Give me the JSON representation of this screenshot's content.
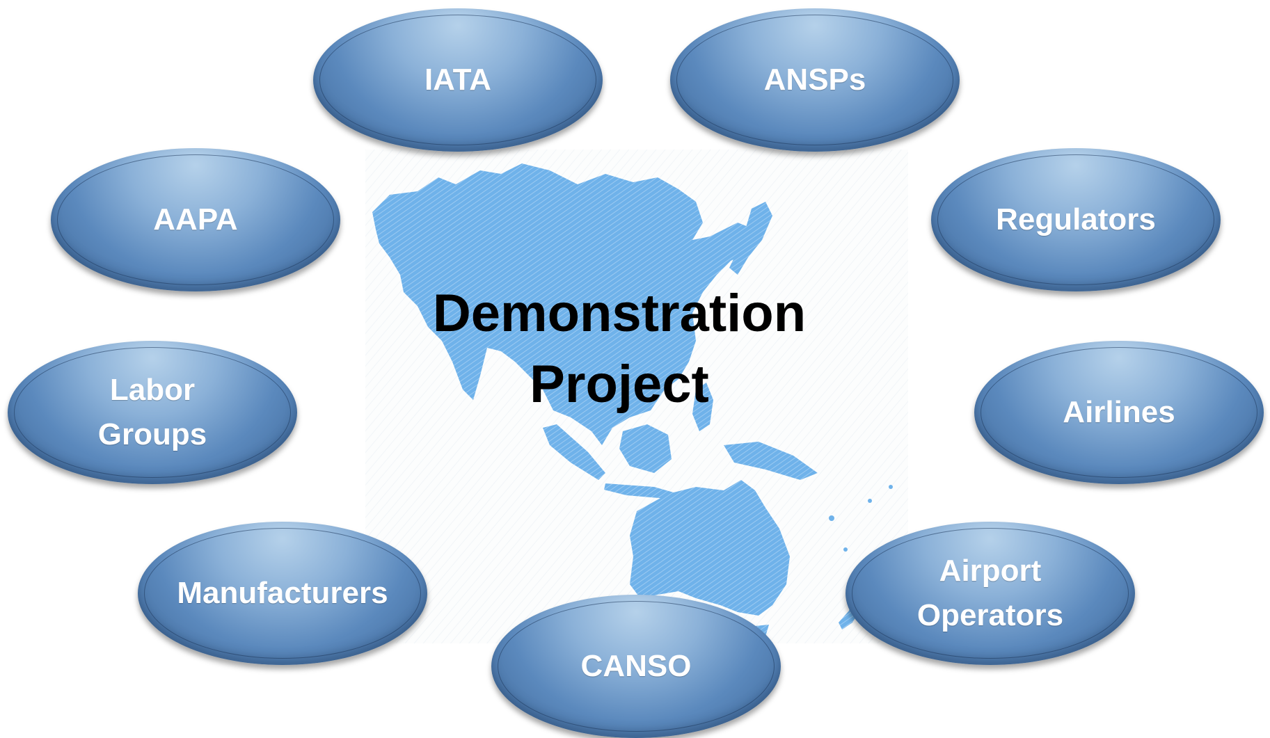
{
  "center": {
    "line1": "Demonstration",
    "line2": "Project"
  },
  "nodes": {
    "iata": "IATA",
    "ansps": "ANSPs",
    "aapa": "AAPA",
    "regulators": "Regulators",
    "labor_groups_line1": "Labor",
    "labor_groups_line2": "Groups",
    "airlines": "Airlines",
    "manufacturers": "Manufacturers",
    "airport_operators_line1": "Airport",
    "airport_operators_line2": "Operators",
    "canso": "CANSO"
  },
  "colors": {
    "node_fill": "#5b89bd",
    "node_highlight": "#b5d1ea",
    "map_land": "#6fb2ea",
    "text_on_node": "#ffffff",
    "center_text": "#000000"
  }
}
